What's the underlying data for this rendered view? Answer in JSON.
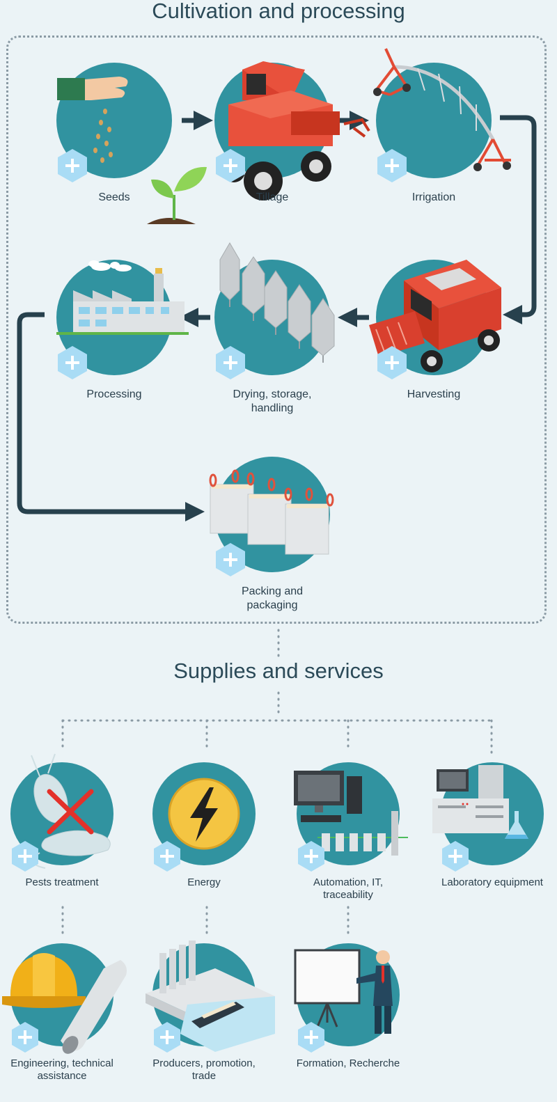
{
  "sections": {
    "cultivation_title": "Cultivation and processing",
    "supplies_title": "Supplies and services"
  },
  "process_steps": [
    {
      "label": "Seeds",
      "icon": "seeds-icon"
    },
    {
      "label": "Tillage",
      "icon": "tractor-icon"
    },
    {
      "label": "Irrigation",
      "icon": "irrigation-icon"
    },
    {
      "label": "Harvesting",
      "icon": "harvester-icon"
    },
    {
      "label": "Drying, storage, handling",
      "icon": "silo-icon"
    },
    {
      "label": "Processing",
      "icon": "factory-icon"
    },
    {
      "label": "Packing and packaging",
      "icon": "bulk-bag-icon"
    }
  ],
  "services": [
    {
      "label": "Pests treatment",
      "icon": "pest-icon"
    },
    {
      "label": "Energy",
      "icon": "lightning-icon"
    },
    {
      "label": "Automation, IT, traceability",
      "icon": "computer-icon"
    },
    {
      "label": "Laboratory equipment",
      "icon": "lab-equipment-icon"
    },
    {
      "label": "Engineering, technical assistance",
      "icon": "hard-hat-icon"
    },
    {
      "label": "Producers, promotion, trade",
      "icon": "port-icon"
    },
    {
      "label": "Formation, Recherche",
      "icon": "presentation-icon"
    }
  ],
  "colors": {
    "background": "#ebf3f6",
    "circle": "#3193a0",
    "hexagon": "#a9dcf5",
    "arrow": "#27414d",
    "text": "#2a3f4c"
  }
}
